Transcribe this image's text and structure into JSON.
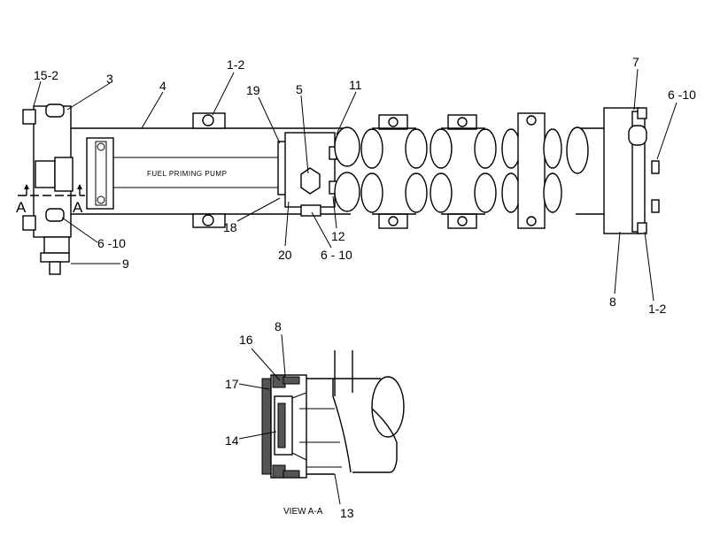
{
  "pump_label": "FUEL PRIMING PUMP",
  "view_label": "VIEW A-A",
  "section_marks": [
    "A",
    "A"
  ],
  "callouts": {
    "c15_2": "15-2",
    "c3": "3",
    "c4": "4",
    "c1_2_top": "1-2",
    "c19": "19",
    "c5": "5",
    "c11": "11",
    "c7": "7",
    "c6_10_right": "6 -10",
    "c6_10_left": "6 -10",
    "c9": "9",
    "c18": "18",
    "c20": "20",
    "c12": "12",
    "c6_10_mid": "6 - 10",
    "c8_right": "8",
    "c1_2_right": "1-2",
    "c16": "16",
    "c8_view": "8",
    "c17": "17",
    "c14": "14",
    "c13": "13"
  }
}
